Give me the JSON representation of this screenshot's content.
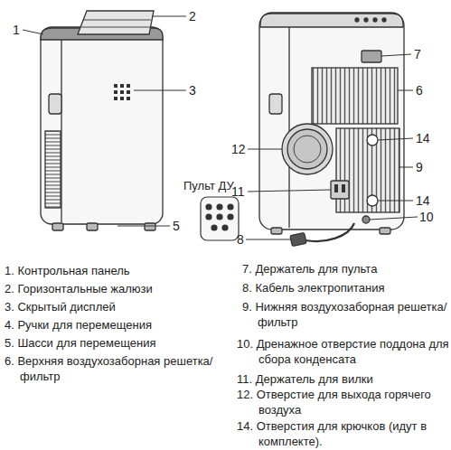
{
  "diagram": {
    "labels": [
      "1",
      "2",
      "3",
      "Пульт ДУ",
      "5",
      "7",
      "6",
      "12",
      "14",
      "9",
      "11",
      "14",
      "10",
      "8",
      "1. Контрольная панель",
      "2. Горизонтальные жалюзи",
      "3. Скрытый дисплей",
      "4. Ручки для перемещения",
      "5. Шасси для перемещения",
      "6. Верхняя воздухозаборная решетка/фильтр",
      "7. Держатель для пульта",
      "8. Кабель электропитания",
      "9. Нижняя воздухозаборная решетка/фильтр",
      "10. Дренажное отверстие поддона для сбора конденсата",
      "11. Держатель для вилки",
      "12. Отверстие для выхода горячего воздуха",
      "14. Отверстия для крючков (идут в комплекте)."
    ]
  }
}
